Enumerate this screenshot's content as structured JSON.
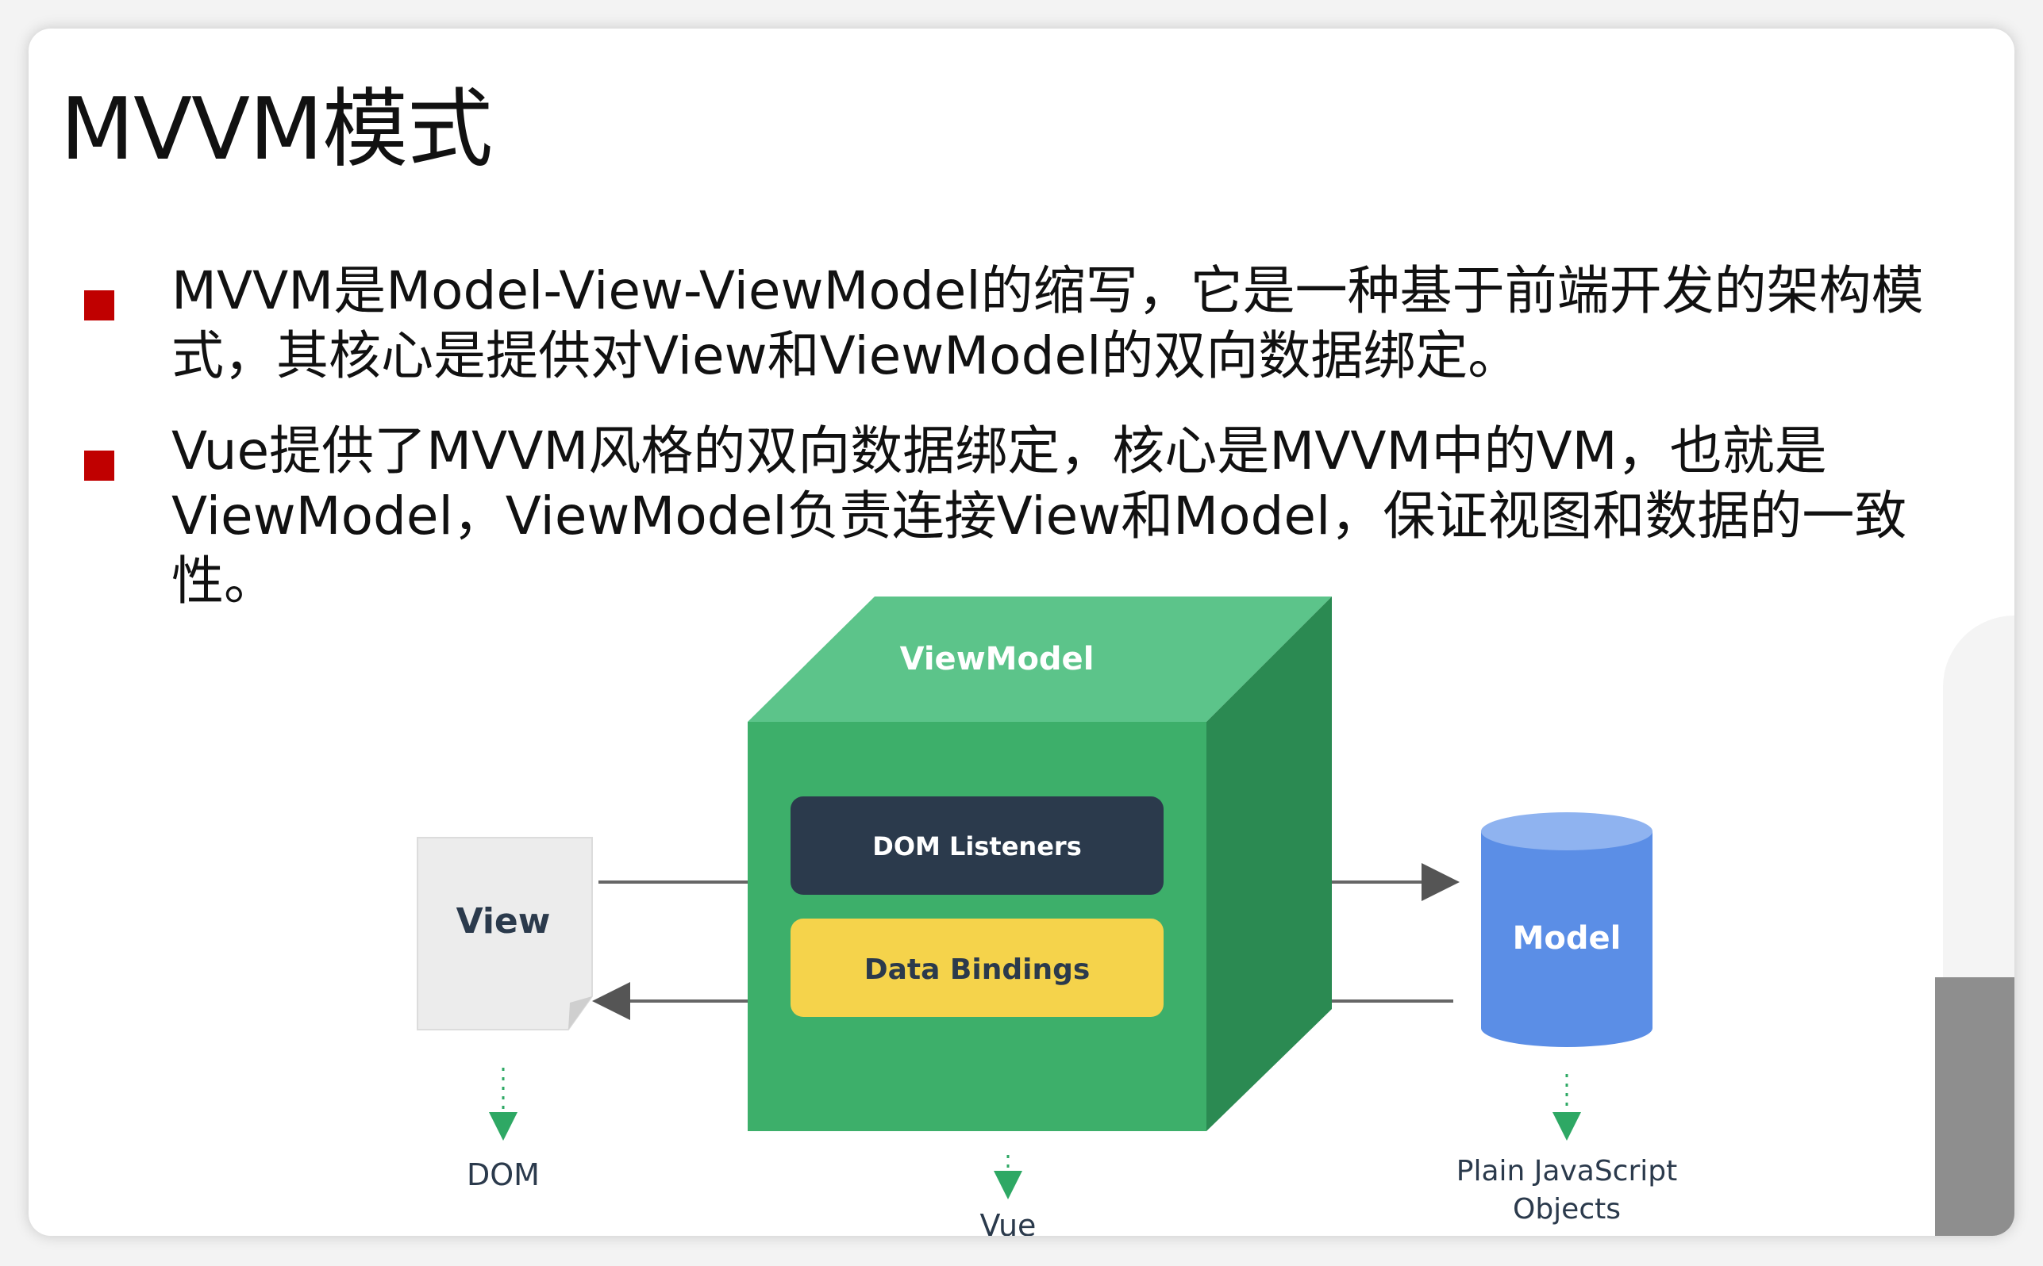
{
  "title": "MVVM模式",
  "bullets": [
    {
      "text": "MVVM是Model-View-ViewModel的缩写，它是一种基于前端开发的架构模\n式，其核心是提供对View和ViewModel的双向数据绑定。"
    },
    {
      "text": "Vue提供了MVVM风格的双向数据绑定，核心是MVVM中的VM，也就是\nViewModel，ViewModel负责连接View和Model，保证视图和数据的一致性。"
    }
  ],
  "diagram": {
    "viewmodel_label": "ViewModel",
    "dom_listeners_label": "DOM Listeners",
    "data_bindings_label": "Data Bindings",
    "view_label": "View",
    "model_label": "Model",
    "dom_caption": "DOM",
    "vue_caption": "Vue",
    "plain_js_line1": "Plain JavaScript",
    "plain_js_line2": "Objects"
  },
  "colors": {
    "bullet_marker": "#c00000",
    "cube_front": "#3daf6a",
    "cube_top": "#5cc48a",
    "cube_side": "#2b8a52",
    "dom_listeners_bg": "#2b3a4c",
    "data_bindings_bg": "#f5d34b",
    "model_cylinder": "#5b8ee6",
    "view_doc": "#ececec"
  }
}
